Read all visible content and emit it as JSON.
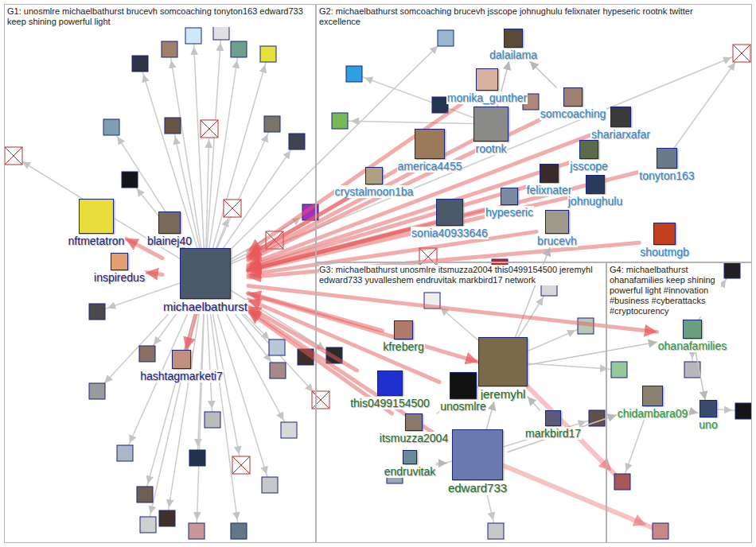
{
  "diagram": {
    "nodes": [
      {
        "text": [
          "G1: unosmlre michaelbathurst brucevh somcoaching tonyton163 edward733 keep shining powerful light"
        ]
      },
      {
        "text": [
          "nftmetatron"
        ],
        "in": 0
      },
      {
        "text": [
          "blainej40"
        ],
        "in": 0
      },
      {
        "text": [
          "inspiredus"
        ],
        "in": 0
      },
      {
        "text": [
          "michaelbathurst"
        ],
        "in": 0
      },
      {
        "text": [
          "hashtagmarketi7"
        ],
        "in": 0
      },
      {
        "text": [
          "G2: michaelbathurst somcoaching brucevh jsscope johnughulu felixnater hypeseric rootnk twitter excellence"
        ]
      },
      {
        "text": [
          "dalailama"
        ],
        "in": 6
      },
      {
        "text": [
          "monika_gunther"
        ],
        "in": 6
      },
      {
        "text": [
          "somcoaching"
        ],
        "in": 6
      },
      {
        "text": [
          "rootnk"
        ],
        "in": 6
      },
      {
        "text": [
          "shariarxafar"
        ],
        "in": 6
      },
      {
        "text": [
          "america4455"
        ],
        "in": 6
      },
      {
        "text": [
          "crystalmoon1ba"
        ],
        "in": 6
      },
      {
        "text": [
          "jsscope"
        ],
        "in": 6
      },
      {
        "text": [
          "tonyton163"
        ],
        "in": 6
      },
      {
        "text": [
          "felixnater"
        ],
        "in": 6
      },
      {
        "text": [
          "johnughulu"
        ],
        "in": 6
      },
      {
        "text": [
          "hypeseric"
        ],
        "in": 6
      },
      {
        "text": [
          "sonia40933646"
        ],
        "in": 6
      },
      {
        "text": [
          "brucevh"
        ],
        "in": 6
      },
      {
        "text": [
          "shoutmgb"
        ],
        "in": 6
      },
      {
        "text": [
          "G3: michaelbathurst unosmlre itsmuzza2004 this0499154500 jeremyhl edward733 yuvalleshem endruvitak markbird17 network"
        ]
      },
      {
        "text": [
          "kfreberg"
        ],
        "in": 22
      },
      {
        "text": [
          "jeremyhl"
        ],
        "in": 22
      },
      {
        "text": [
          "this0499154500"
        ],
        "in": 22
      },
      {
        "text": [
          "unosmlre"
        ],
        "in": 22
      },
      {
        "text": [
          "itsmuzza2004"
        ],
        "in": 22
      },
      {
        "text": [
          "markbird17"
        ],
        "in": 22
      },
      {
        "text": [
          "endruvitak"
        ],
        "in": 22
      },
      {
        "text": [
          "edward733"
        ],
        "in": 22
      },
      {
        "text": [
          "G4: michaelbathurst ohanafamilies keep shining powerful light #innovation #business #cyberattacks #cryptocurency"
        ]
      },
      {
        "text": [
          "ohanafamilies"
        ],
        "in": 31
      },
      {
        "text": [
          "chidambara09"
        ],
        "in": 31
      },
      {
        "text": [
          "uno"
        ],
        "in": 31
      }
    ],
    "edges": [
      {
        "from": 10,
        "to": 4,
        "arrow": "to"
      },
      {
        "from": 12,
        "to": 4,
        "arrow": "to"
      },
      {
        "from": 9,
        "to": 4,
        "arrow": "to"
      },
      {
        "from": 11,
        "to": 4,
        "arrow": "to"
      },
      {
        "from": 14,
        "to": 4,
        "arrow": "to"
      },
      {
        "from": 15,
        "to": 4,
        "arrow": "to"
      },
      {
        "from": 16,
        "to": 4,
        "arrow": "to"
      },
      {
        "from": 17,
        "to": 4,
        "arrow": "to"
      },
      {
        "from": 18,
        "to": 4,
        "arrow": "to"
      },
      {
        "from": 19,
        "to": 4,
        "arrow": "to"
      },
      {
        "from": 20,
        "to": 4,
        "arrow": "to"
      },
      {
        "from": 13,
        "to": 4,
        "arrow": "to"
      },
      {
        "from": 8,
        "to": 4,
        "arrow": "to"
      },
      {
        "from": 21,
        "to": 4,
        "arrow": "to"
      },
      {
        "from": 4,
        "to": 1,
        "arrow": "to"
      },
      {
        "from": 4,
        "to": 3,
        "arrow": "to"
      },
      {
        "from": 4,
        "to": 5,
        "arrow": "to"
      },
      {
        "from": 4,
        "to": 2,
        "arrow": "to"
      },
      {
        "from": 4,
        "to": 24,
        "arrow": "to"
      },
      {
        "from": 26,
        "to": 4,
        "arrow": "to"
      },
      {
        "from": 30,
        "to": 4,
        "arrow": "to"
      },
      {
        "from": 25,
        "to": 4,
        "arrow": "to"
      },
      {
        "from": 27,
        "to": 4,
        "arrow": "to"
      },
      {
        "from": 23,
        "to": 4,
        "arrow": "to"
      },
      {
        "from": 30,
        "to": 24,
        "arrow": "to"
      },
      {
        "from": 27,
        "to": 24,
        "arrow": "to"
      },
      {
        "from": 24,
        "to": 20,
        "arrow": "to"
      },
      {
        "from": 9,
        "to": 7,
        "arrow": "to"
      },
      {
        "from": 10,
        "to": 7,
        "arrow": "to"
      },
      {
        "from": 24,
        "to": 32,
        "arrow": "to"
      },
      {
        "from": 30,
        "to": 33,
        "arrow": "to"
      },
      {
        "from": 32,
        "to": 34,
        "arrow": "to"
      },
      {
        "from": 33,
        "to": 34,
        "arrow": "to"
      },
      {
        "from": 4,
        "to": 32,
        "arrow": "to"
      },
      {
        "from": 29,
        "to": 30,
        "arrow": "to"
      },
      {
        "from": 28,
        "to": 24,
        "arrow": "to"
      }
    ]
  }
}
